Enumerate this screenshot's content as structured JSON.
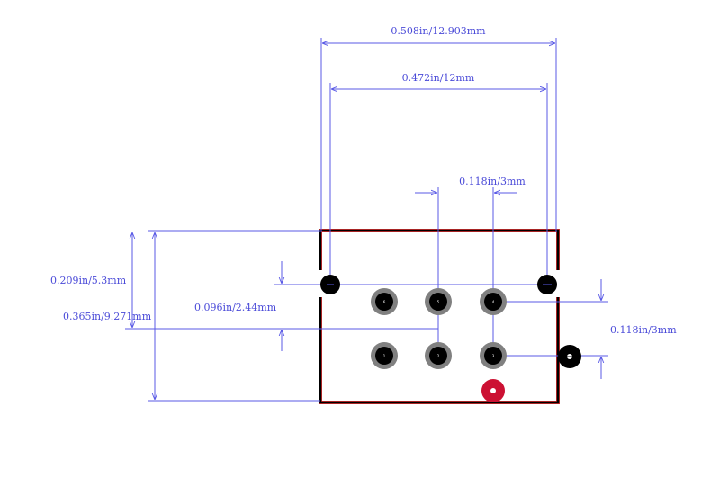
{
  "colors": {
    "dimension": "#5a5ae6",
    "dimension_text": "#4a4ad8",
    "outline": "#000000",
    "outline_inner": "#e03030",
    "pad_ring": "#808080",
    "pad_hole": "#000000",
    "polarity_mark": "#cc1133"
  },
  "dimensions": {
    "overall_width": "0.508in/12.903mm",
    "mount_hole_span": "0.472in/12mm",
    "pin_pitch_x": "0.118in/3mm",
    "mount_to_row": "0.209in/5.3mm",
    "body_height": "0.365in/9.271mm",
    "row_offset": "0.096in/2.44mm",
    "pin_pitch_y": "0.118in/3mm"
  },
  "pads": {
    "top_row": [
      "6",
      "5",
      "4"
    ],
    "bottom_row": [
      "1",
      "2",
      "3"
    ]
  }
}
